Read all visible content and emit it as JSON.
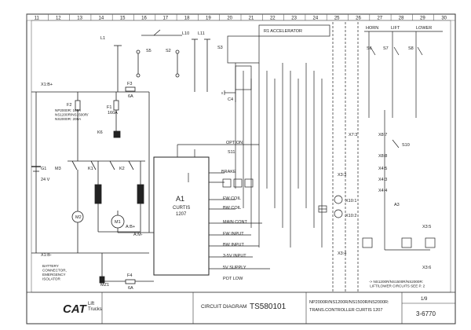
{
  "columns": [
    "11",
    "12",
    "13",
    "14",
    "15",
    "16",
    "17",
    "18",
    "19",
    "20",
    "21",
    "22",
    "23",
    "24",
    "25",
    "26",
    "27",
    "28",
    "29",
    "30"
  ],
  "components": {
    "L1": "L1",
    "L10": "L10",
    "L11": "L11",
    "S5": "S5",
    "S2": "S2",
    "S3": "S3",
    "S6": "S6",
    "S7": "S7",
    "S8": "S8",
    "S10": "S10",
    "S11": "S11",
    "A1": "A1",
    "A1_sub": "CURTIS",
    "A1_model": "1207",
    "F1": "F1",
    "F1_val": "160A",
    "F2": "F2",
    "F3": "F3",
    "F3_val": "6A",
    "F4": "F4",
    "F4_val": "6A",
    "G1": "G1",
    "G1_val": "24 V",
    "K6": "K6",
    "M1": "M1",
    "M2": "M2",
    "M3": "M3",
    "K1": "K1",
    "K2": "K2",
    "MZ1": "MZ1",
    "X1_Bplus": "X1:B+",
    "X1_Bminus": "X1:B-",
    "Aplus": "A:B+",
    "Aminus": "A:M-",
    "C4": "C4",
    "R1": "R1",
    "R1_label": "R1 ACCELERATOR",
    "X10_1": "X10:1",
    "X10_2": "X10:2",
    "X3_3": "X3:3",
    "X3_4": "X3:4",
    "X3_5": "X3:5",
    "X3_6": "X3:6",
    "A3": "A3",
    "X8_7": "X8:7",
    "X8_8": "X8:8",
    "X7_3": "X7:3",
    "X4_3": "X4:3",
    "X4_4": "X4:4",
    "X4_5": "X4:5",
    "option": "OPTION",
    "horn": "HORN",
    "lift": "LIFT",
    "lower": "LOWER",
    "brake": "BRAKE",
    "fw_coil": "FW COIL",
    "bw_coil": "BW COIL",
    "main_cont": "MAIN CONT",
    "fw_input": "FW INPUT",
    "bw_input": "BW INPUT",
    "3_5v_input": "3-5V INPUT",
    "5v_supply": "5V SUPPLY",
    "pot_low": "POT LOW"
  },
  "notes": {
    "fuse_note": "NP2000R: 160A\nNS1200R/NS1500R/\nNS2000R: 200A",
    "battery_note": "BATTERY\nCONNECTOR,\nEMERGENCY\nISOLATOR",
    "lift_note": "-> NS1200R/NS1500R/NS2000R:\n   LIFT/LOWER CIRCUITS SEE P. 2"
  },
  "title_block": {
    "brand": "CAT",
    "brand_sub": "Lift\nTrucks",
    "doc_title": "CIRCUIT DIAGRAM",
    "doc_number": "TS580101",
    "models": "NP2000R/NS1200R/NS1500R/NS2000R:",
    "controller": "TRANS.CONTROLLER CURTIS 1207",
    "sheet": "1/9",
    "drawing_no": "3-6770"
  }
}
